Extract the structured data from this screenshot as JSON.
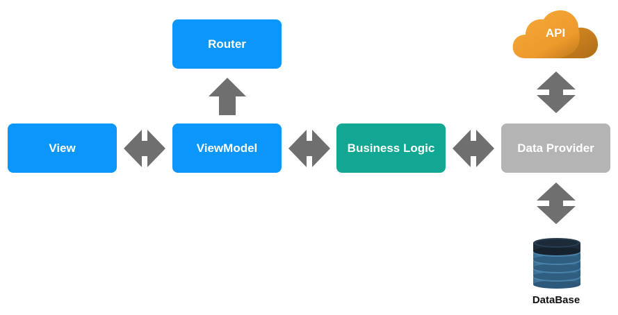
{
  "boxes": {
    "router": "Router",
    "view": "View",
    "viewmodel": "ViewModel",
    "business_logic": "Business Logic",
    "data_provider": "Data Provider"
  },
  "api_label": "API",
  "database_label": "DataBase",
  "colors": {
    "primary_blue": "#0a96fa",
    "business_teal": "#12a792",
    "provider_gray": "#b4b4b4",
    "arrow_gray": "#6f6f6f",
    "cloud_orange": "#f0a037",
    "database_dark": "#1c2a3a"
  }
}
